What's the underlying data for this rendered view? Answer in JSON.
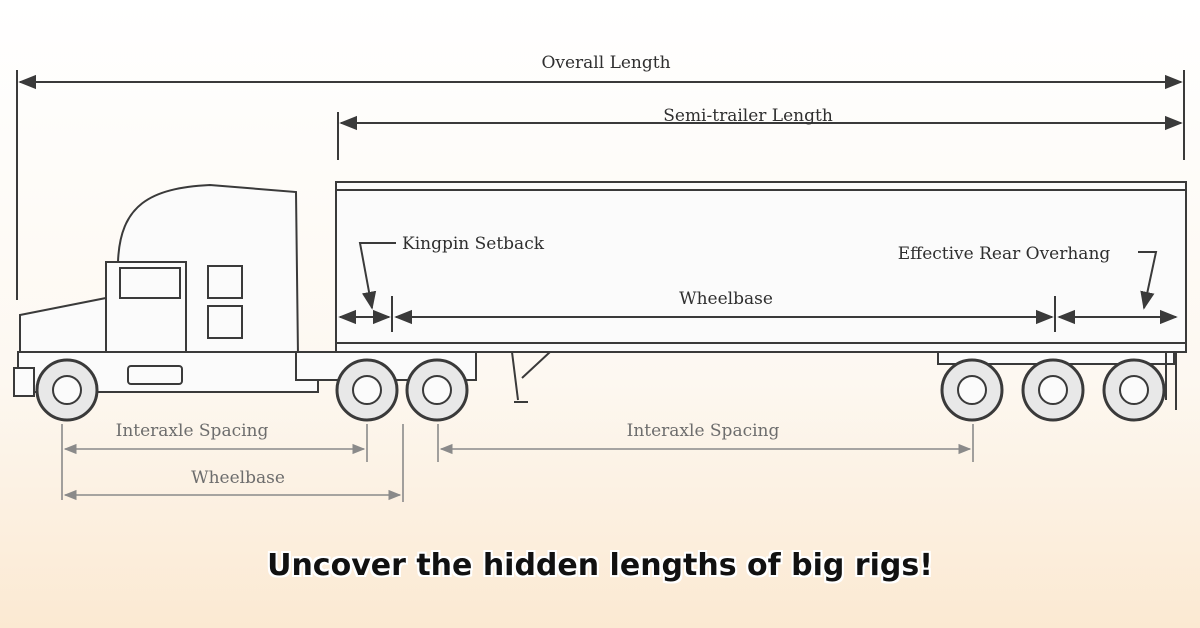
{
  "labels": {
    "overall_length": "Overall Length",
    "semi_trailer_length": "Semi-trailer Length",
    "kingpin_setback": "Kingpin Setback",
    "effective_rear_overhang": "Effective Rear Overhang",
    "trailer_wheelbase": "Wheelbase",
    "tractor_interaxle_spacing": "Interaxle Spacing",
    "tractor_wheelbase": "Wheelbase",
    "trailer_interaxle_spacing": "Interaxle Spacing"
  },
  "caption": "Uncover the hidden lengths of big rigs!",
  "colors": {
    "line": "#3a3a3a",
    "light_line": "#8a8a8a",
    "caption_text": "#111111"
  }
}
